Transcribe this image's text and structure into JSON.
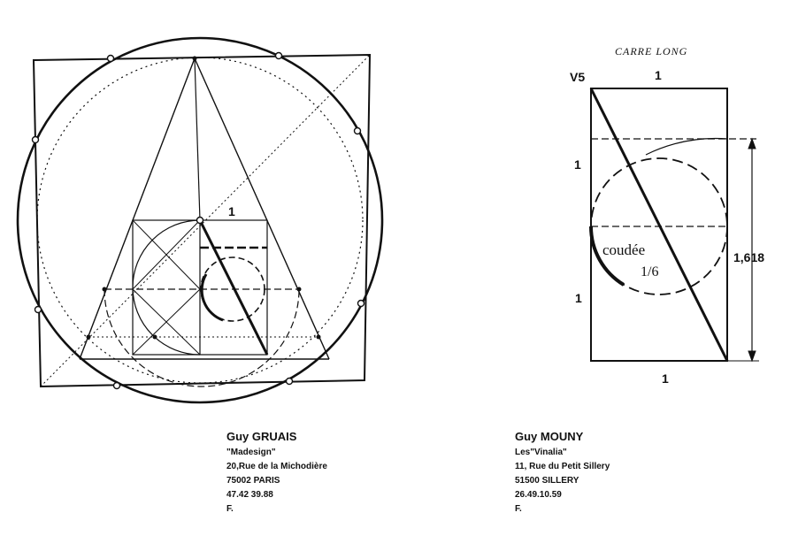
{
  "left_diagram": {
    "unit_label": "1"
  },
  "right_diagram": {
    "title": "CARRE LONG",
    "root5_label": "V5",
    "top_label": "1",
    "bottom_label": "1",
    "left_upper_label": "1",
    "left_lower_label": "1",
    "height_label": "1,618",
    "coudee_label": "coudée",
    "fraction_label": "1/6"
  },
  "addresses": [
    {
      "name": "Guy GRUAIS",
      "lines": [
        "\"Madesign\"",
        "20,Rue de la Michodière",
        "75002 PARIS",
        "47.42 39.88",
        "F."
      ]
    },
    {
      "name": "Guy MOUNY",
      "lines": [
        "Les\"Vinalia\"",
        "11, Rue du Petit Sillery",
        "51500 SILLERY",
        "26.49.10.59",
        "F."
      ]
    }
  ]
}
